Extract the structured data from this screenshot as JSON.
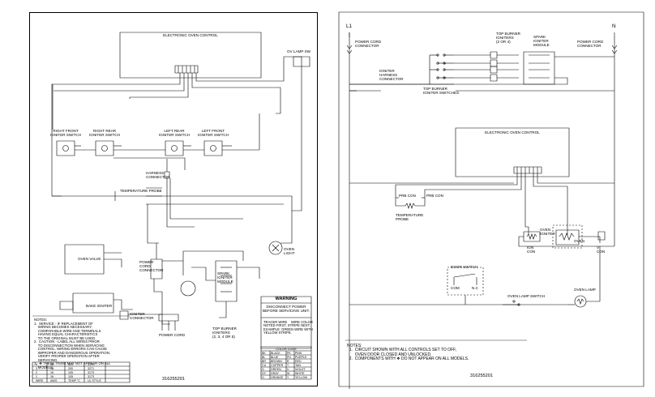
{
  "left": {
    "title_box": "ELECTRONIC OVEN CONTROL",
    "oven_lamp_label": "OV LAMP SW",
    "switches": [
      "RIGHT FRONT\nIGNITER SWITCH",
      "RIGHT REAR\nIGNITER SWITCH",
      "LEFT REAR\nIGNITER SWITCH",
      "LEFT FRONT\nIGNITER SWITCH"
    ],
    "harness_label": "HARNESS\nCONNECTOR",
    "temp_probe_label": "TEMPERATURE PROBE",
    "oven_valve_label": "OVEN VALVE",
    "bake_ignitor_label": "BAKE IGNITER",
    "power_cord_label": "POWER CORD",
    "power_cord_conn_label": "POWER\nCORD\nCONNECTOR",
    "ignitor_conn_label": "IGNITER\nCONNECTOR",
    "spark_module_label": "SPARK\nIGNITER\nMODULE",
    "oven_light_label": "OVEN\nLIGHT",
    "top_burner_label": "TOP BURNER\nIGNITERS\n(2, 3, 4 OR 5)",
    "notes": "NOTES:\n1.  SERVICE - IF REPLACEMENT OF\n    WIRING BECOMES NECESSARY,\n    COMPARABLE WIRE AND TERMINALS\n    HAVING EQUAL CHARACTERISTICS\n    TO THE ORIGINAL MUST BE USED.\n2.  CAUTION - LABEL ALL WIRES PRIOR\n    TO DISCONNECTION WHEN SERVICING\n    CONTROL. WIRING ERRORS CAN CAUSE\n    IMPROPER AND DANGEROUS OPERATION.\n    VERIFY PROPER OPERATION AFTER\n    SERVICING.\n3.  ❖ THESE ITEMS MAY NOT APPEAR ON ALL\n    MODELS.",
    "warning_title": "WARNING",
    "warning_text": "DISCONNECT POWER\nBEFORE SERVICING UNIT.",
    "tracer_text": "TRACER WIRE    WIRE COLOR\nNOTED FIRST, STRIPE NEXT.\nEXAMPLE: GREEN WIRE WITH\nYELLOW STRIPE.",
    "color_code_title": "COLOR CODE",
    "color_rows": [
      [
        "BK",
        "BLACK",
        "PK",
        "PINK"
      ],
      [
        "BL",
        "BLUE",
        "PU",
        "PURPLE"
      ],
      [
        "BR",
        "BROWN",
        "R",
        "RED"
      ],
      [
        "CU",
        "COPPER",
        "T",
        "TAN"
      ],
      [
        "G",
        "GREEN",
        "V",
        "VIOLET"
      ],
      [
        "GY",
        "GRAY",
        "W",
        "WHITE"
      ],
      [
        "O",
        "ORANGE",
        "Y",
        "YELLOW"
      ]
    ],
    "wire_table": [
      [
        "4",
        "18",
        "125",
        "3170"
      ],
      [
        "3",
        "18",
        "200",
        "3271"
      ],
      [
        "2",
        "16",
        "105",
        "3173"
      ],
      [
        "1",
        "16",
        "105",
        "3173"
      ],
      [
        "WIRE",
        "AWG",
        "TEMP °C",
        "UL STYLE"
      ]
    ],
    "part_number": "316255201"
  },
  "right": {
    "l1": "L1",
    "n": "N",
    "power_left": "POWER CORD\nCONNECTOR",
    "power_right": "POWER CORD\nCONNECTOR",
    "top_burner": "TOP BURNER\nIGNITERS\n(2 OR 4)",
    "spark_module": "SPARK\nIGNITER\nMODULE",
    "harness": "IGNITER\nHARNESS\nCONNECTOR",
    "ign_switches": "TOP BURNER\nIGNITER SWITCHES",
    "control": "ELECTRONIC OVEN CONTROL",
    "prb1": "PRB CON",
    "prb2": "PRB CON",
    "temp_probe": "TEMPERATURE\nPROBE",
    "oven_igniter": "OVEN\nIGNITER",
    "oven_valve": "OVEN",
    "ign_con": "IGN\nCON",
    "v_con": "V\nCON",
    "door_switch": "DOOR SWITCH",
    "com": "COM",
    "nc": "N.C",
    "oven_lamp_switch": "OVEN LAMP SWITCH",
    "oven_lamp": "OVEN LAMP",
    "notes": "NOTES:\n  1.  CIRCUIT SHOWN WITH ALL CONTROLS SET TO OFF,\n       OVEN DOOR CLOSED AND UNLOCKED.\n  2.  COMPONENTS WITH ❖ DO NOT APPEAR ON ALL MODELS.",
    "part_number": "316255201"
  }
}
